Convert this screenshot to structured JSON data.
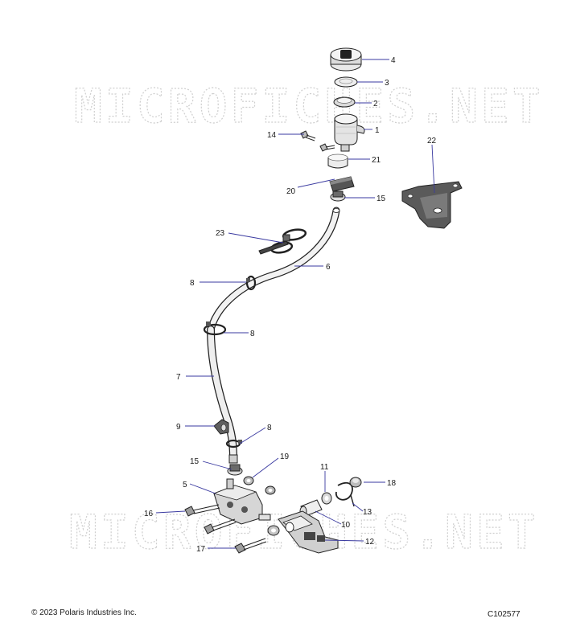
{
  "watermark": "MICROFICHES.NET",
  "footer": {
    "copyright": "© 2023 Polaris Industries Inc.",
    "diagram_id": "C102577"
  },
  "callouts": [
    {
      "key": "c1",
      "label": "1"
    },
    {
      "key": "c2",
      "label": "2"
    },
    {
      "key": "c3",
      "label": "3"
    },
    {
      "key": "c4",
      "label": "4"
    },
    {
      "key": "c5",
      "label": "5"
    },
    {
      "key": "c6",
      "label": "6"
    },
    {
      "key": "c7",
      "label": "7"
    },
    {
      "key": "c8a",
      "label": "8"
    },
    {
      "key": "c8b",
      "label": "8"
    },
    {
      "key": "c8c",
      "label": "8"
    },
    {
      "key": "c9",
      "label": "9"
    },
    {
      "key": "c10",
      "label": "10"
    },
    {
      "key": "c11",
      "label": "11"
    },
    {
      "key": "c12",
      "label": "12"
    },
    {
      "key": "c13",
      "label": "13"
    },
    {
      "key": "c14",
      "label": "14"
    },
    {
      "key": "c15a",
      "label": "15"
    },
    {
      "key": "c15b",
      "label": "15"
    },
    {
      "key": "c16",
      "label": "16"
    },
    {
      "key": "c17",
      "label": "17"
    },
    {
      "key": "c18",
      "label": "18"
    },
    {
      "key": "c19",
      "label": "19"
    },
    {
      "key": "c20",
      "label": "20"
    },
    {
      "key": "c21",
      "label": "21"
    },
    {
      "key": "c22",
      "label": "22"
    },
    {
      "key": "c23",
      "label": "23"
    }
  ]
}
